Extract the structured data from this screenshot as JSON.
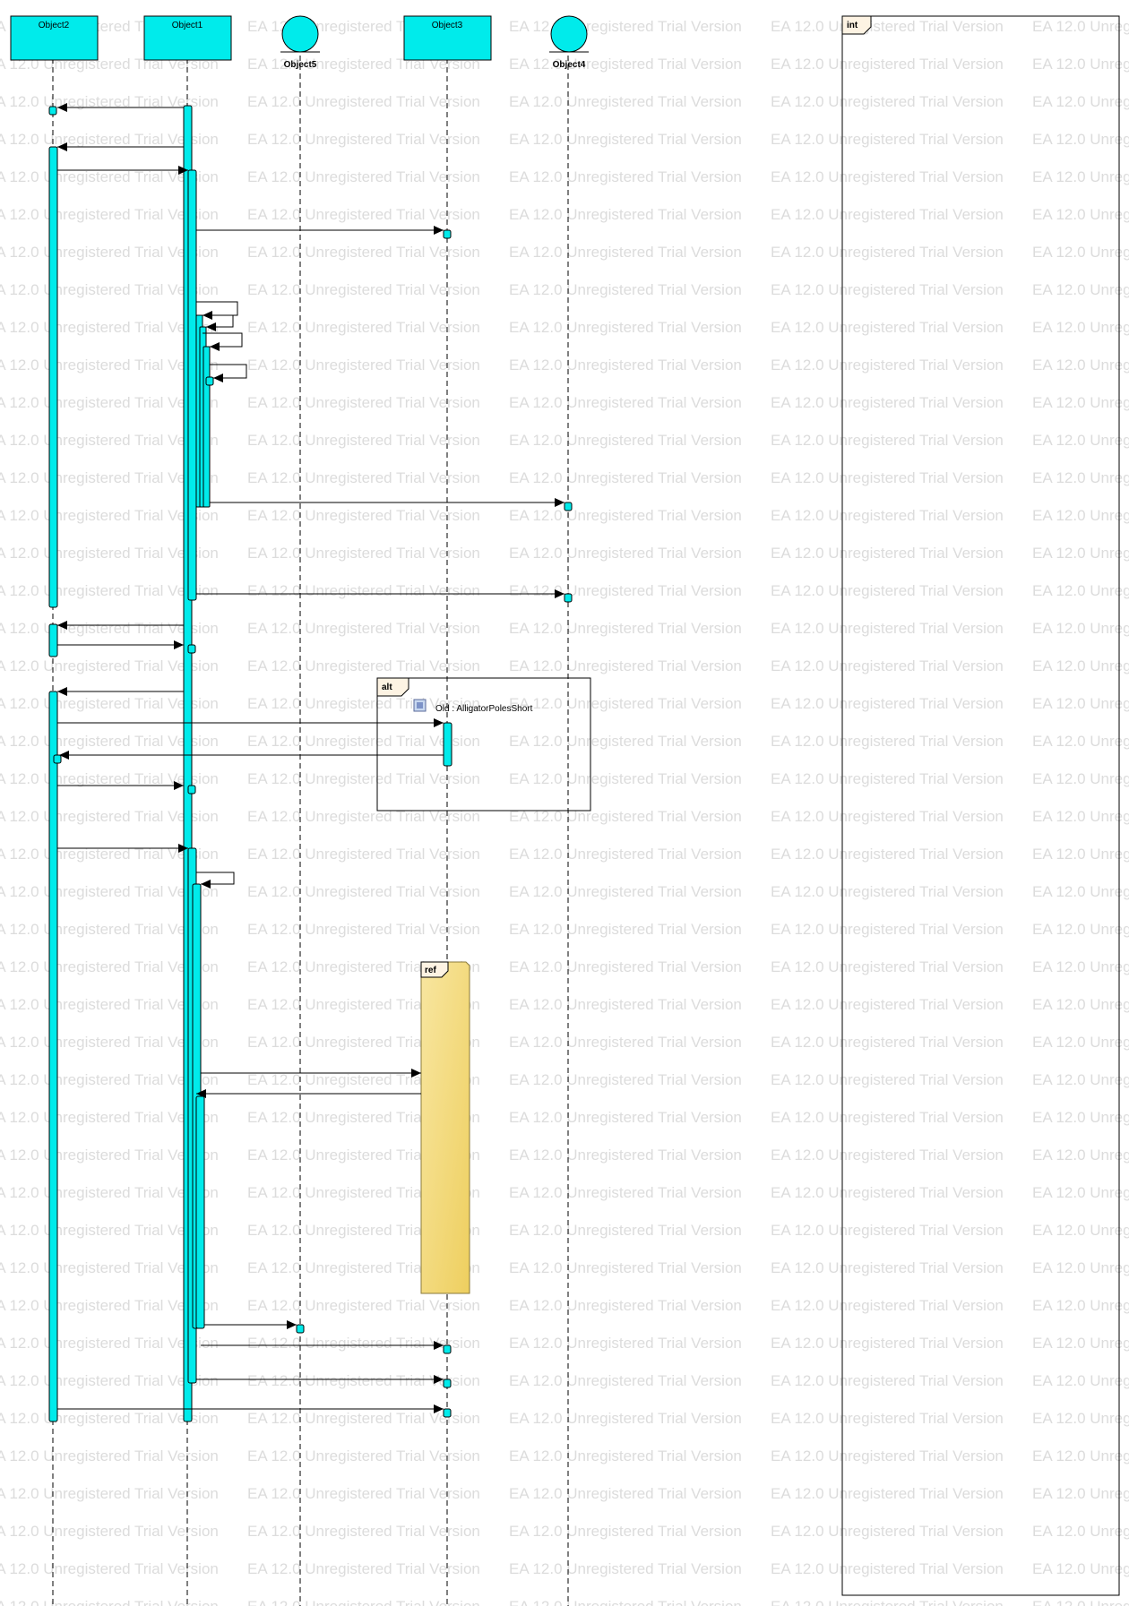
{
  "watermark": {
    "text": "EA 12.0 Unregistered Trial Version"
  },
  "lifelines": [
    {
      "id": "obj2",
      "name": "Object2",
      "shape": "class-box"
    },
    {
      "id": "obj1",
      "name": "Object1",
      "shape": "class-box"
    },
    {
      "id": "obj5",
      "name": "Object5",
      "shape": "entity-circle"
    },
    {
      "id": "obj3",
      "name": "Object3",
      "shape": "class-box"
    },
    {
      "id": "obj4",
      "name": "Object4",
      "shape": "entity-circle"
    }
  ],
  "fragments": {
    "alt": {
      "operator": "alt",
      "note_label": "Old : AlligatorPolesShort"
    },
    "ref": {
      "operator": "ref"
    },
    "int": {
      "operator": "int"
    }
  },
  "colors": {
    "object_fill": "#00ebeb",
    "activation_fill": "#00ebeb",
    "ref_fill": "#f3dd85",
    "frame_tab_fill": "#fdf3e3",
    "watermark": "#dcdcdc"
  }
}
